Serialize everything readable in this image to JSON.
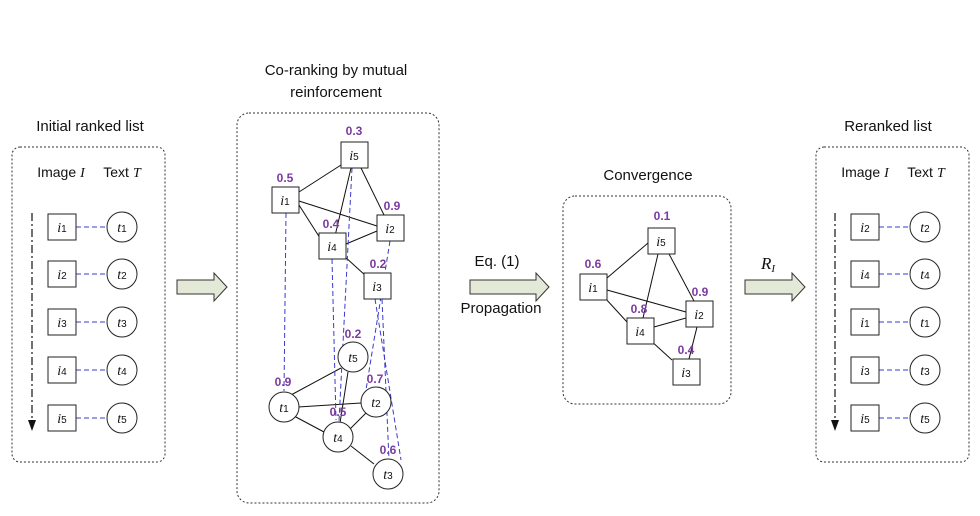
{
  "headings": {
    "initial": "Initial ranked list",
    "coranking_line1": "Co-ranking by mutual",
    "coranking_line2": "reinforcement",
    "convergence": "Convergence",
    "reranked": "Reranked list"
  },
  "column_headers": {
    "image": "Image",
    "image_symbol": "I",
    "text": "Text",
    "text_symbol": "T"
  },
  "step_labels": {
    "equation": "Eq. (1)",
    "propagation": "Propagation",
    "rank_symbol": "R",
    "rank_subscript": "I"
  },
  "initial_list": [
    {
      "image": "1",
      "text": "1"
    },
    {
      "image": "2",
      "text": "2"
    },
    {
      "image": "3",
      "text": "3"
    },
    {
      "image": "4",
      "text": "4"
    },
    {
      "image": "5",
      "text": "5"
    }
  ],
  "reranked_list": [
    {
      "image": "2",
      "text": "2"
    },
    {
      "image": "4",
      "text": "4"
    },
    {
      "image": "1",
      "text": "1"
    },
    {
      "image": "3",
      "text": "3"
    },
    {
      "image": "5",
      "text": "5"
    }
  ],
  "coranking_image_nodes": [
    {
      "id": "i5",
      "sub": "5",
      "score": "0.3"
    },
    {
      "id": "i1",
      "sub": "1",
      "score": "0.5"
    },
    {
      "id": "i4",
      "sub": "4",
      "score": "0.4"
    },
    {
      "id": "i2",
      "sub": "2",
      "score": "0.9"
    },
    {
      "id": "i3",
      "sub": "3",
      "score": "0.2"
    }
  ],
  "coranking_text_nodes": [
    {
      "id": "t5",
      "sub": "5",
      "score": "0.2"
    },
    {
      "id": "t1",
      "sub": "1",
      "score": "0.9"
    },
    {
      "id": "t2",
      "sub": "2",
      "score": "0.7"
    },
    {
      "id": "t4",
      "sub": "4",
      "score": "0.5"
    },
    {
      "id": "t3",
      "sub": "3",
      "score": "0.6"
    }
  ],
  "convergence_nodes": [
    {
      "id": "c5",
      "sub": "5",
      "score": "0.1"
    },
    {
      "id": "c1",
      "sub": "1",
      "score": "0.6"
    },
    {
      "id": "c4",
      "sub": "4",
      "score": "0.8"
    },
    {
      "id": "c2",
      "sub": "2",
      "score": "0.9"
    },
    {
      "id": "c3",
      "sub": "3",
      "score": "0.4"
    }
  ]
}
